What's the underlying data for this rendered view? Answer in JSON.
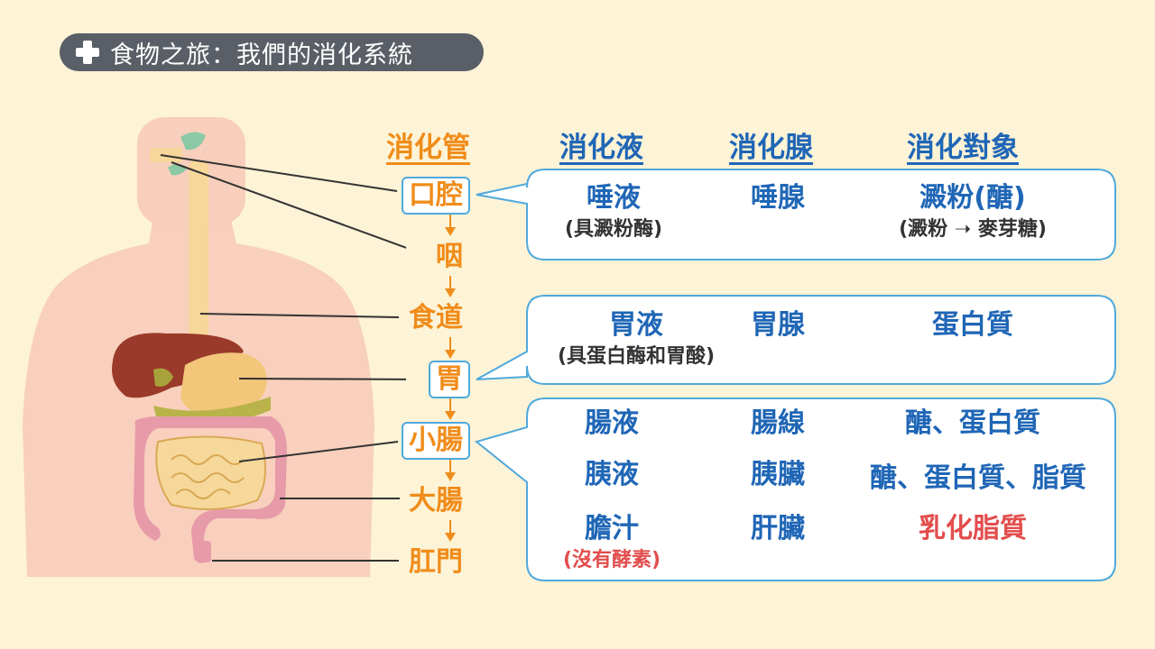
{
  "title": "食物之旅：我們的消化系統",
  "headers": {
    "tract": "消化管",
    "juice": "消化液",
    "gland": "消化腺",
    "target": "消化對象"
  },
  "organs": [
    "口腔",
    "咽",
    "食道",
    "胃",
    "小腸",
    "大腸",
    "肛門"
  ],
  "rows": {
    "mouth": {
      "juice": "唾液",
      "juice_note": "(具澱粉酶)",
      "gland": "唾腺",
      "target": "澱粉(醣)",
      "target_note": "(澱粉 ➝ 麥芽糖)"
    },
    "stomach": {
      "juice": "胃液",
      "juice_note": "(具蛋白酶和胃酸)",
      "gland": "胃腺",
      "target": "蛋白質"
    },
    "small_intestine": [
      {
        "juice": "腸液",
        "gland": "腸線",
        "target": "醣、蛋白質"
      },
      {
        "juice": "胰液",
        "gland": "胰臟",
        "target": "醣、蛋白質、脂質"
      },
      {
        "juice": "膽汁",
        "juice_note": "(沒有酵素)",
        "gland": "肝臟",
        "target": "乳化脂質"
      }
    ]
  },
  "colors": {
    "background": "#fdf3d6",
    "organ_text": "#f08c1a",
    "info_text": "#1f66b6",
    "highlight": "#e34d4d",
    "box_border": "#4fa9dc"
  }
}
